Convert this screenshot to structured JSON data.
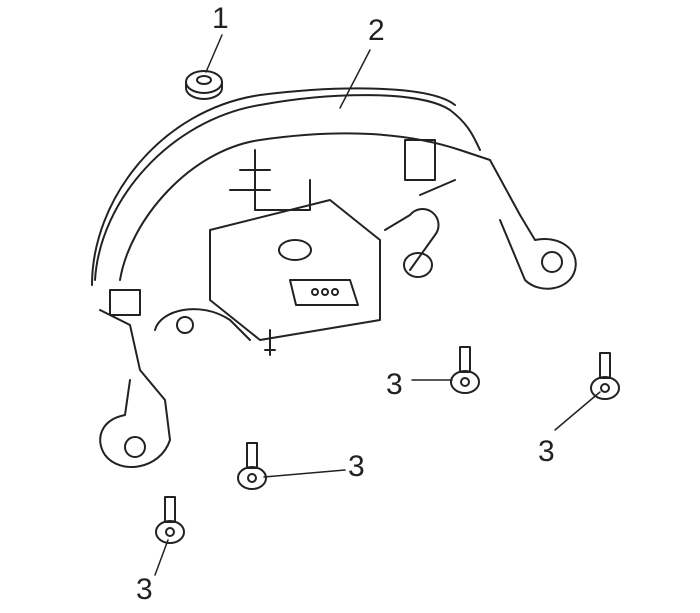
{
  "labels": {
    "washer": "1",
    "lamp_assembly": "2",
    "screw_a": "3",
    "screw_b": "3",
    "screw_c": "3",
    "screw_d": "3"
  }
}
